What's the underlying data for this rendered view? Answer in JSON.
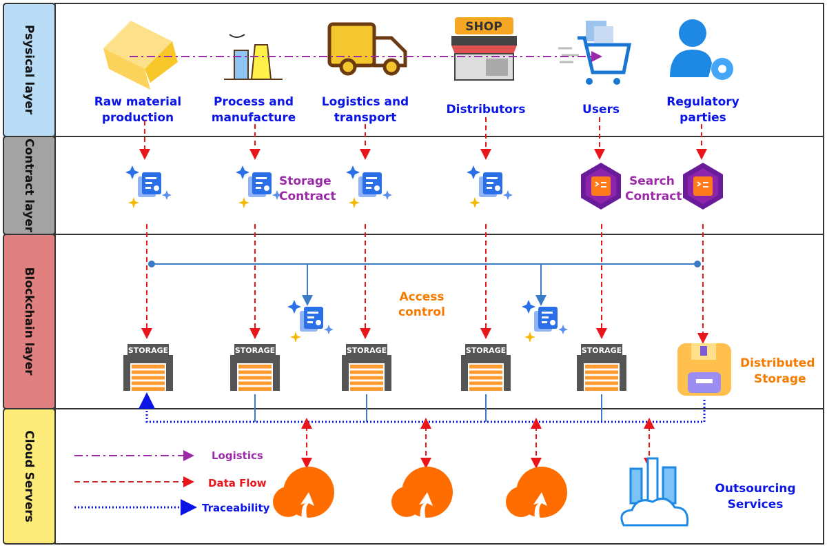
{
  "layers": {
    "physical": "Psysical layer",
    "contract": "Contract layer",
    "blockchain": "Blockchain  layer",
    "cloud": "Cloud Servers"
  },
  "physical_nodes": [
    {
      "line1": "Raw material",
      "line2": "production",
      "icon": "gold-bars-icon"
    },
    {
      "line1": "Process and",
      "line2": "manufacture",
      "icon": "factory-icon"
    },
    {
      "line1": "Logistics and",
      "line2": "transport",
      "icon": "truck-icon"
    },
    {
      "line1": "Distributors",
      "line2": "",
      "icon": "shop-icon",
      "sign": "SHOP"
    },
    {
      "line1": "Users",
      "line2": "",
      "icon": "shopping-cart-icon"
    },
    {
      "line1": "Regulatory",
      "line2": "parties",
      "icon": "user-gear-icon"
    }
  ],
  "contract": {
    "storage_line1": "Storage",
    "storage_line2": "Contract",
    "search_line1": "Search",
    "search_line2": "Contract"
  },
  "blockchain": {
    "access_line1": "Access",
    "access_line2": "control",
    "storage_label": "STORAGE",
    "distributed_line1": "Distributed",
    "distributed_line2": "Storage"
  },
  "cloud": {
    "outsourcing_line1": "Outsourcing",
    "outsourcing_line2": "Services"
  },
  "legend": [
    {
      "label": "Logistics",
      "color": "#9b2aa8"
    },
    {
      "label": "Data Flow",
      "color": "#e8161b"
    },
    {
      "label": "Traceability",
      "color": "#0a14e6"
    }
  ],
  "colors": {
    "physical": "#b9dcf7",
    "contract": "#a3a3a3",
    "blockchain": "#e08080",
    "cloud": "#fdeb7a"
  }
}
